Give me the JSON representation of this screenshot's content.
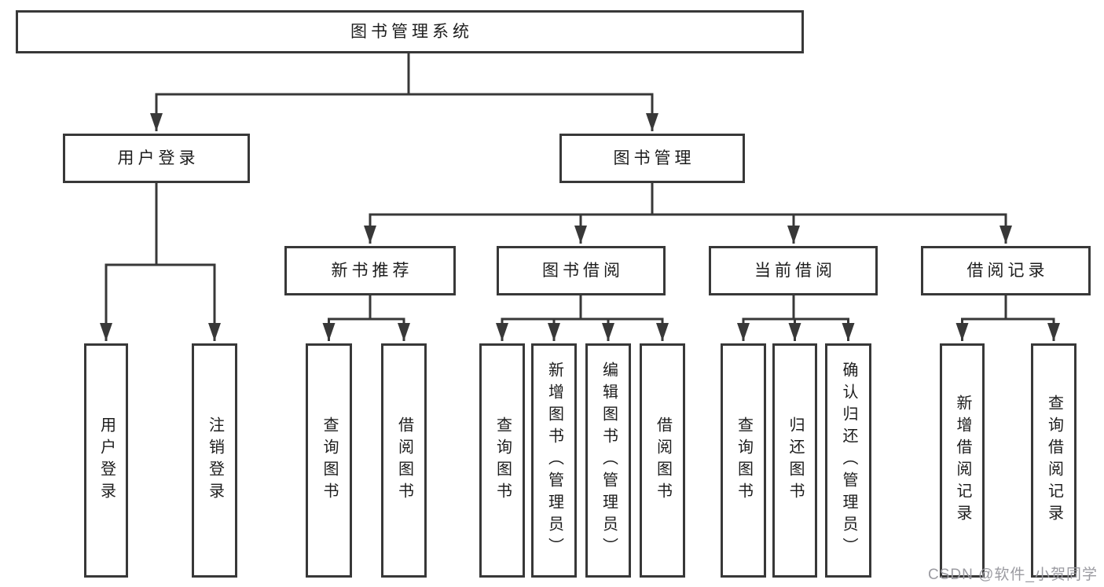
{
  "tree": {
    "root": "图书管理系统",
    "user_login": {
      "label": "用户登录",
      "children": [
        "用户登录",
        "注销登录"
      ]
    },
    "book_management": {
      "label": "图书管理",
      "sections": {
        "new_book_recommend": {
          "label": "新书推荐",
          "children": [
            "查询图书",
            "借阅图书"
          ]
        },
        "book_borrow": {
          "label": "图书借阅",
          "children": [
            "查询图书",
            "新增图书（管理员）",
            "编辑图书（管理员）",
            "借阅图书"
          ]
        },
        "current_borrow": {
          "label": "当前借阅",
          "children": [
            "查询图书",
            "归还图书",
            "确认归还（管理员）"
          ]
        },
        "borrow_record": {
          "label": "借阅记录",
          "children": [
            "新增借阅记录",
            "查询借阅记录"
          ]
        }
      }
    }
  },
  "watermark": "CSDN @软件_小贺同学",
  "colors": {
    "line": "#383838",
    "text": "#1d1d1d",
    "watermark_gray": "#9b9ba1",
    "background": "#ffffff"
  }
}
